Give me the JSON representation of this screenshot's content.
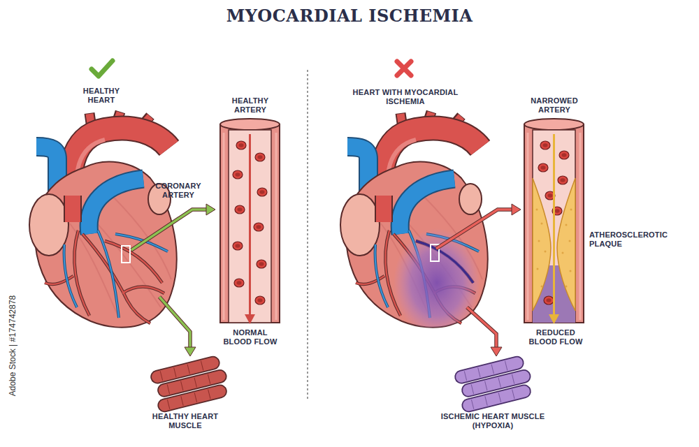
{
  "diagram": {
    "title": "MYOCARDIAL ISCHEMIA",
    "labels": [
      "HEALTHY HEART",
      "HEALTHY ARTERY",
      "CORONARY ARTERY",
      "NORMAL BLOOD FLOW",
      "HEALTHY HEART MUSCLE",
      "HEART WITH MYOCARDIAL ISCHEMIA",
      "NARROWED ARTERY",
      "ATHEROSCLEROTIC PLAQUE",
      "REDUCED BLOOD FLOW",
      "ISCHEMIC HEART MUSCLE (HYPOXIA)",
      "Adobe Stock | #174742878"
    ]
  }
}
